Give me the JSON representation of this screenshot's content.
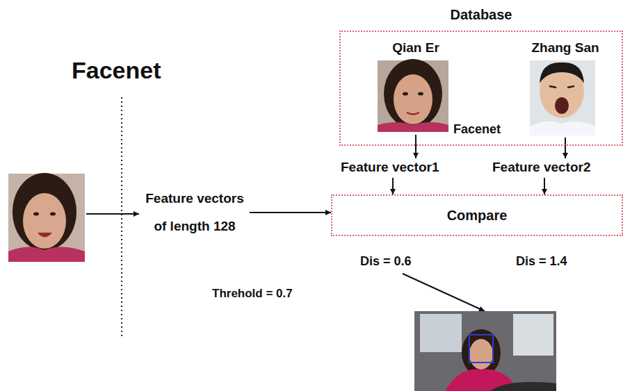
{
  "diagram": {
    "title": "Facenet",
    "nodes": [
      {
        "text": [
          "Database",
          "Facenet"
        ]
      },
      {
        "text": [
          "Qian Er"
        ],
        "in": 0
      },
      {
        "text": [
          "Zhang San"
        ],
        "in": 0
      },
      {
        "text": [
          "Feature vector1"
        ]
      },
      {
        "text": [
          "Feature vector2"
        ]
      },
      {
        "text": [
          "Feature vectors of length 128"
        ]
      },
      {
        "text": [
          "Compare"
        ]
      }
    ],
    "edges": [
      {
        "from": 1,
        "to": 3,
        "arrow": "to"
      },
      {
        "from": 2,
        "to": 4,
        "arrow": "to"
      },
      {
        "from": 3,
        "to": 6,
        "arrow": "to"
      },
      {
        "from": 4,
        "to": 6,
        "arrow": "to"
      },
      {
        "from": 5,
        "to": 6,
        "arrow": "to"
      }
    ],
    "labels": [
      "Dis = 0.6",
      "Dis = 1.4",
      "Threhold = 0.7"
    ]
  }
}
